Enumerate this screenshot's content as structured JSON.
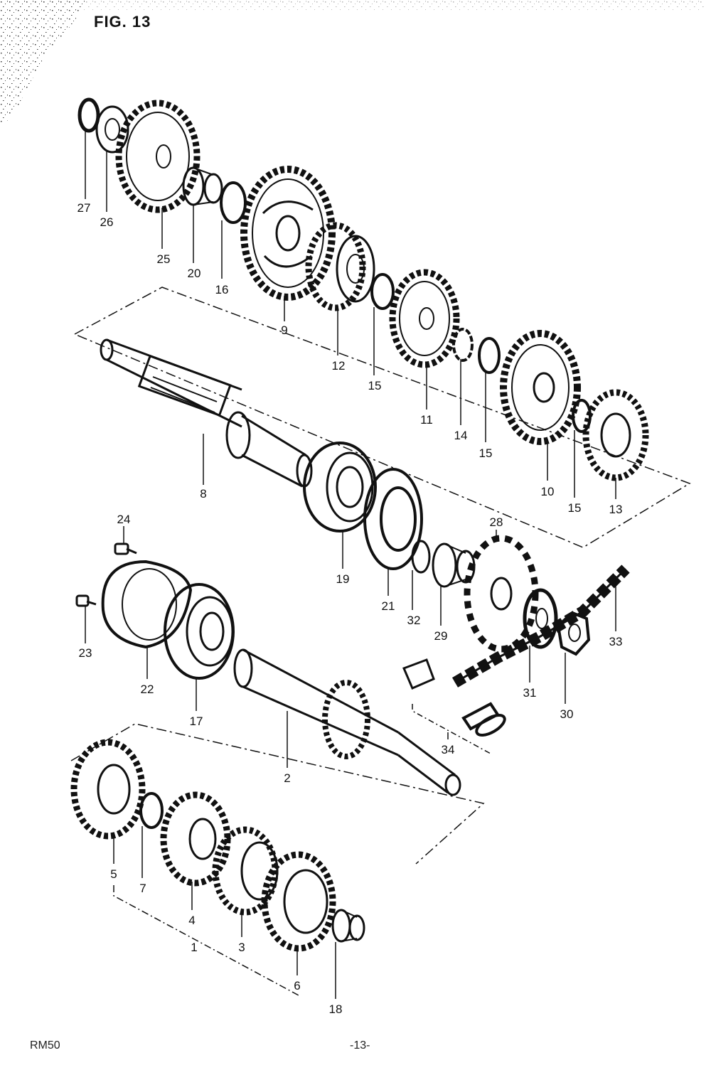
{
  "figure": {
    "title": "FIG. 13"
  },
  "footer": {
    "model": "RM50",
    "page": "-13-"
  },
  "colors": {
    "ink": "#111111",
    "paper": "#ffffff"
  },
  "callouts": [
    "27",
    "26",
    "25",
    "20",
    "16",
    "9",
    "12",
    "15",
    "11",
    "14",
    "15",
    "10",
    "15",
    "13",
    "8",
    "19",
    "21",
    "32",
    "29",
    "28",
    "33",
    "24",
    "23",
    "22",
    "17",
    "2",
    "31",
    "30",
    "34",
    "5",
    "7",
    "4",
    "3",
    "6",
    "1",
    "18"
  ]
}
